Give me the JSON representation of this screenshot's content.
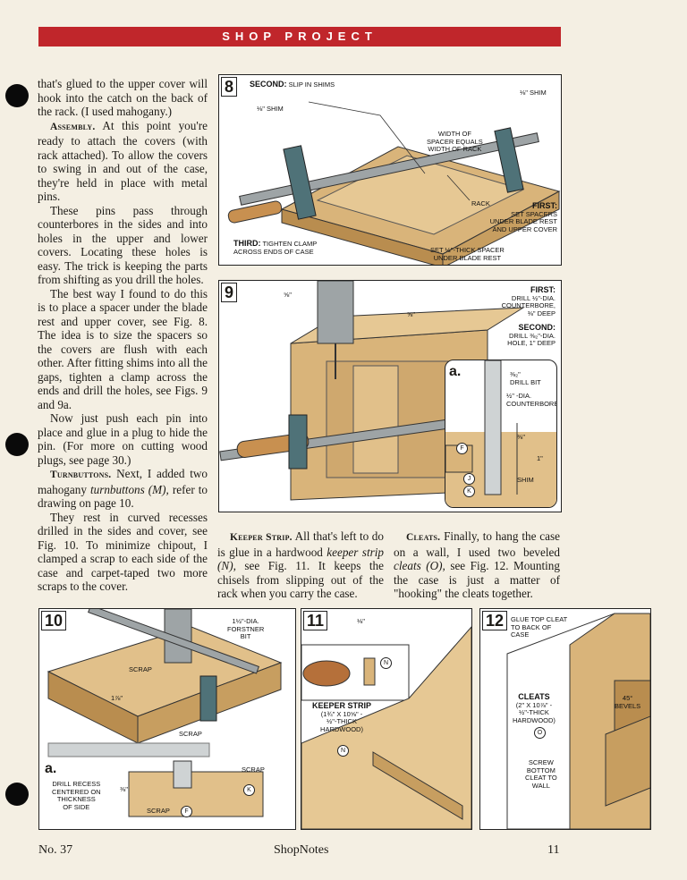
{
  "header": {
    "banner": "SHOP PROJECT"
  },
  "left_column": {
    "p1": "that's glued to the upper cover will hook into the catch on the back of the rack. (I used mahogany.)",
    "p2_head": "Assembly.",
    "p2": " At this point you're ready to attach the covers (with rack attached). To allow the covers to swing in and out of the case, they're held in place with metal pins.",
    "p3": "These pins pass through counterbores in the sides and into holes in the upper and lower covers. Locating these holes is easy. The trick is keeping the parts from shifting as you drill the holes.",
    "p4": "The best way I found to do this is to place a spacer under the blade rest and upper cover, see Fig. 8. The idea is to size the spacers so the covers are flush with each other. After fitting shims into all the gaps, tighten a clamp across the ends and drill the holes, see Figs. 9 and 9a.",
    "p5": "Now just push each pin into place and glue in a plug to hide the pin. (For more on cutting wood plugs, see page 30.)",
    "p6_head": "Turnbuttons.",
    "p6a": " Next, I added two mahogany ",
    "p6_em": "turnbuttons (M),",
    "p6b": " refer to drawing on page 10.",
    "p7": "They rest in curved recesses drilled in the sides and cover, see Fig. 10. To minimize chipout, I clamped a scrap to each side of the case and carpet-taped two more scraps to the cover."
  },
  "mid_column": {
    "head": "Keeper Strip.",
    "a": " All that's left to do is glue in a hardwood ",
    "em": "keeper strip (N),",
    "b": " see Fig. 11. It keeps the chisels from slipping out of the rack when you carry the case."
  },
  "right_column": {
    "head": "Cleats.",
    "a": " Finally, to hang the case on a wall, I used two beveled ",
    "em": "cleats (O),",
    "b": " see Fig. 12. Mounting the case is just a matter of \"hooking\" the cleats together."
  },
  "fig8": {
    "num": "8",
    "second": "SECOND:",
    "second_txt": " SLIP IN SHIMS",
    "shim_left": "⅛\" SHIM",
    "shim_right": "⅛\" SHIM",
    "width": "WIDTH OF\nSPACER EQUALS\nWIDTH OF RACK",
    "rack": "RACK",
    "first": "FIRST:",
    "first_txt": "SET SPACERS\nUNDER BLADE REST\nAND UPPER COVER",
    "third": "THIRD:",
    "third_txt": " TIGHTEN CLAMP\nACROSS ENDS OF CASE",
    "set": "SET ½\"-THICK SPACER\nUNDER BLADE REST"
  },
  "fig9": {
    "num": "9",
    "d1": "⅝\"",
    "d2": "⅝\"",
    "first": "FIRST:",
    "first_txt": "DRILL ½\"-DIA.\nCOUNTERBORE,\n⅜\" DEEP",
    "second": "SECOND:",
    "second_txt": "DRILL ⅜₂\"-DIA.\nHOLE, 1\" DEEP",
    "inset_label": "a.",
    "bit": "⅜₂\"\nDRILL BIT",
    "cb": "½\" -DIA.\nCOUNTERBORE",
    "dim1": "⅜\"",
    "dim2": "1\"",
    "shim": "SHIM",
    "f": "F",
    "j": "J",
    "k": "K"
  },
  "fig10": {
    "num": "10",
    "forstner": "1½\"-DIA.\nFORSTNER\nBIT",
    "scrap1": "SCRAP",
    "dim": "1⅞\"",
    "scrap2": "SCRAP",
    "inset_label": "a.",
    "drill": "DRILL RECESS\nCENTERED ON\nTHICKNESS\nOF SIDE",
    "d38": "⅜\"",
    "scrap3": "SCRAP",
    "scrap4": "SCRAP",
    "k": "K",
    "f": "F"
  },
  "fig11": {
    "num": "11",
    "dim": "⅛\"",
    "n": "N",
    "keeper": "KEEPER STRIP",
    "keeper_txt": "(1¾\" x 10⅝\" -\n½\"-THICK\nHARDWOOD)",
    "n2": "N"
  },
  "fig12": {
    "num": "12",
    "glue": "GLUE TOP CLEAT\nTO BACK OF\nCASE",
    "cleats": "CLEATS",
    "cleats_txt": "(2\" x 10⅞\" -\n½\"-THICK\nHARDWOOD)",
    "o": "O",
    "bevels": "45°\nBEVELS",
    "screw": "SCREW\nBOTTOM\nCLEAT TO\nWALL"
  },
  "footer": {
    "issue": "No. 37",
    "magazine": "ShopNotes",
    "page": "11"
  },
  "colors": {
    "banner": "#c0262b",
    "wood": "#d9b47a",
    "wood_dark": "#b98d4f",
    "paper": "#f4efe3"
  }
}
